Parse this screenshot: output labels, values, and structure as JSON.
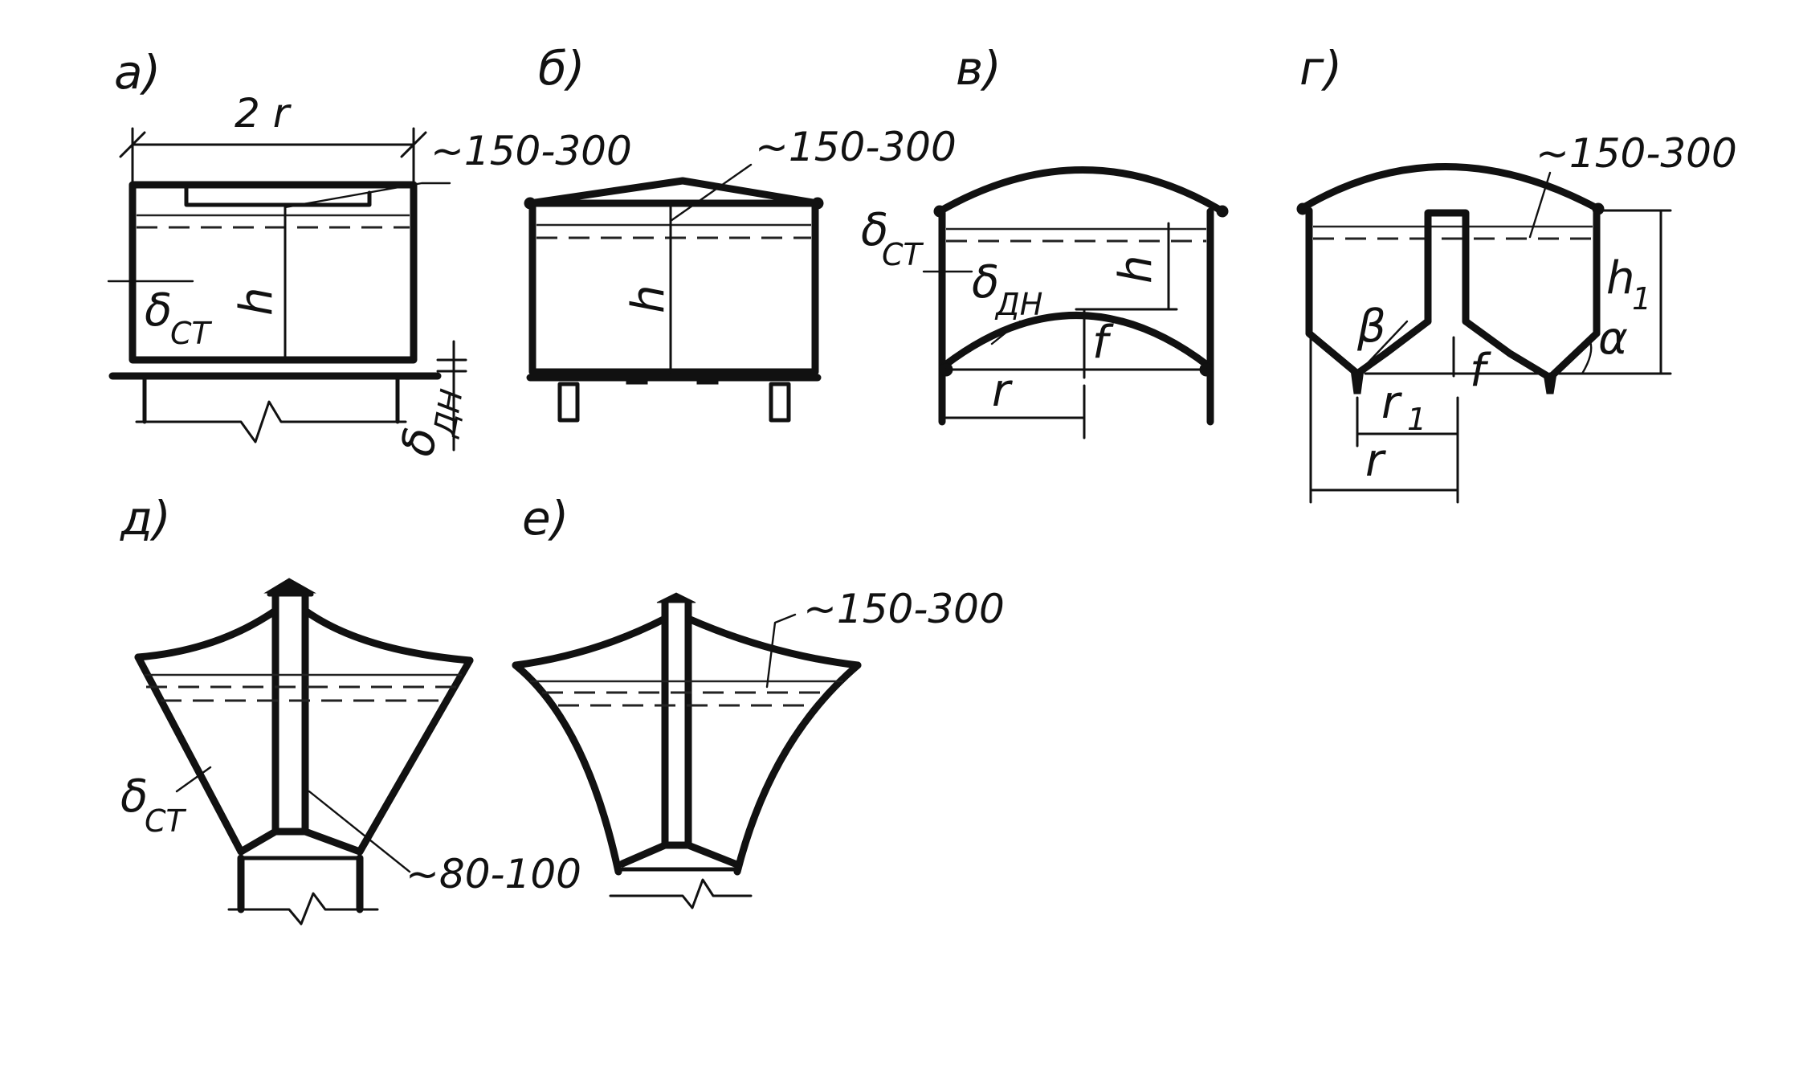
{
  "panels": {
    "a": {
      "label": "а)",
      "width_dim": "2 r",
      "roof_gap": "~150-300",
      "height": "h",
      "wall": "δ",
      "wall_sub": "СТ",
      "bottom": "δ",
      "bottom_sub": "ДН"
    },
    "b": {
      "label": "б)",
      "roof_gap": "~150-300",
      "height": "h"
    },
    "v": {
      "label": "в)",
      "wall": "δ",
      "wall_sub": "СТ",
      "bottom": "δ",
      "bottom_sub": "ДН",
      "height": "h",
      "rise": "f",
      "radius": "r"
    },
    "g": {
      "label": "г)",
      "roof_gap": "~150-300",
      "height": "h",
      "height_sub": "1",
      "angle_alpha": "α",
      "angle_beta": "β",
      "rise": "f",
      "inner_radius": "r",
      "inner_radius_sub": "1",
      "radius": "r"
    },
    "d": {
      "label": "д)",
      "wall": "δ",
      "wall_sub": "СТ",
      "gap": "~80-100"
    },
    "e": {
      "label": "е)",
      "roof_gap": "~150-300"
    }
  }
}
